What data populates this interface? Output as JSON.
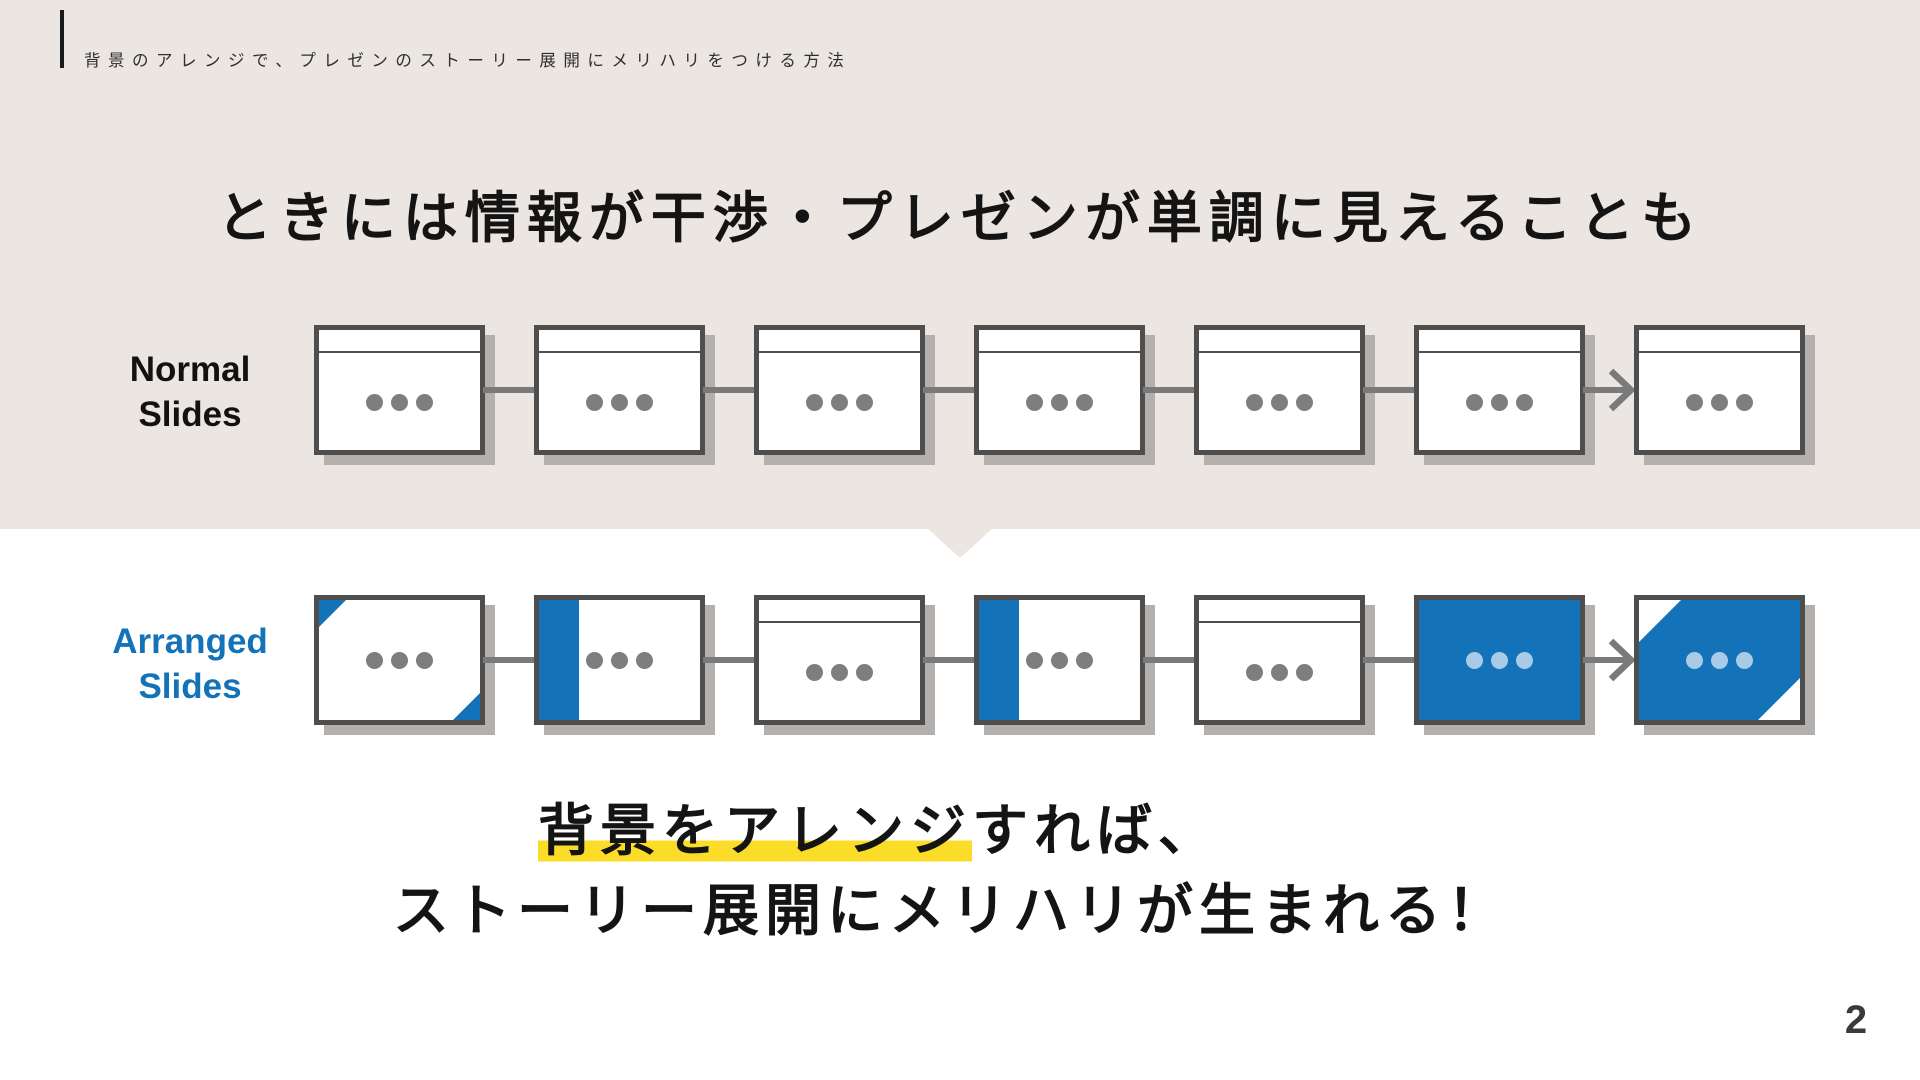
{
  "page": {
    "page_number": "2",
    "colors": {
      "beige_bg": "#EBE6E1",
      "accent_blue": "#1472B8",
      "slide_border": "#4E4E4E",
      "connector_gray": "#7A7A7A",
      "dot_gray": "#7E7E7E",
      "dot_light_blue": "#A9CBE7",
      "shadow_gray": "#B3B0AD",
      "highlight_yellow": "#FBDC28"
    }
  },
  "header": {
    "text": "背景のアレンジで、プレゼンのストーリー展開にメリハリをつける方法"
  },
  "title": {
    "text": "ときには情報が干渉・プレゼンが単調に見えることも"
  },
  "rows": [
    {
      "label_lines": [
        "Normal",
        "Slides"
      ],
      "slides": [
        "titlebar",
        "titlebar",
        "titlebar",
        "titlebar",
        "titlebar",
        "titlebar",
        "titlebar"
      ],
      "arrow_after_index": 5
    },
    {
      "label_lines": [
        "Arranged",
        "Slides"
      ],
      "slides": [
        "corners",
        "leftbar",
        "titlebar",
        "leftbar",
        "titlebar",
        "filled",
        "filled-cut"
      ],
      "arrow_after_index": 5
    }
  ],
  "footer": {
    "line1_highlighted": "背景をアレンジ",
    "line1_rest": "すれば、",
    "line2": "ストーリー展開にメリハリが生まれる！"
  }
}
